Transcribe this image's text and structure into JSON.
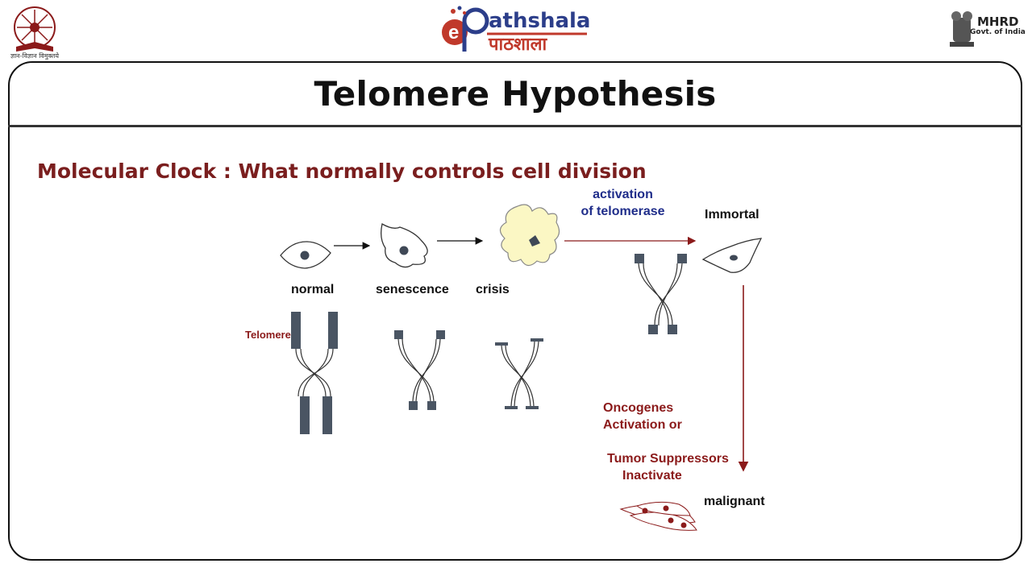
{
  "header": {
    "left_logo_caption": "ज्ञान-विज्ञान विमुक्तये",
    "center_logo_text": "athshala",
    "center_logo_hindi": "पाठशाला",
    "right_logo_name": "MHRD",
    "right_logo_sub": "Govt. of India"
  },
  "slide": {
    "title": "Telomere Hypothesis",
    "subtitle": "Molecular Clock : What normally controls cell division"
  },
  "diagram": {
    "labels": {
      "normal": "normal",
      "senescence": "senescence",
      "crisis": "crisis",
      "telomere": "Telomere",
      "activation": "activation",
      "of_telomerase": "of telomerase",
      "immortal": "Immortal",
      "oncogenes": "Oncogenes",
      "activation_or": "Activation or",
      "tumor_suppressors": "Tumor Suppressors",
      "inactivate": "Inactivate",
      "malignant": "malignant"
    },
    "colors": {
      "dark_red": "#8b1a1a",
      "blue": "#1f2d8a",
      "chromosome_block": "#4a5563",
      "crisis_cell": "#fbf7c4",
      "subtitle": "#7a1e1e"
    }
  }
}
